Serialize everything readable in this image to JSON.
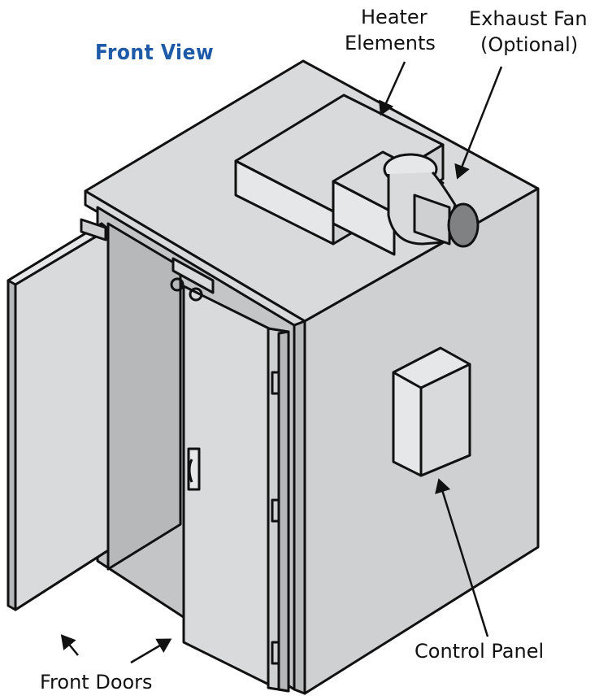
{
  "title": {
    "text": "Front View",
    "color": "#1f5aa8"
  },
  "labels": {
    "heater": [
      "Heater",
      "Elements"
    ],
    "fan": [
      "Exhaust Fan",
      "(Optional)"
    ],
    "control": "Control Panel",
    "doors": "Front Doors"
  },
  "colors": {
    "face_light": "#d9dadb",
    "face_mid": "#cfd0d2",
    "face_dark": "#b7b8ba",
    "interior": "#c4c5c7",
    "duct_front": "#e6e7e8",
    "fan_dark": "#7f8183",
    "outline": "#111111"
  }
}
